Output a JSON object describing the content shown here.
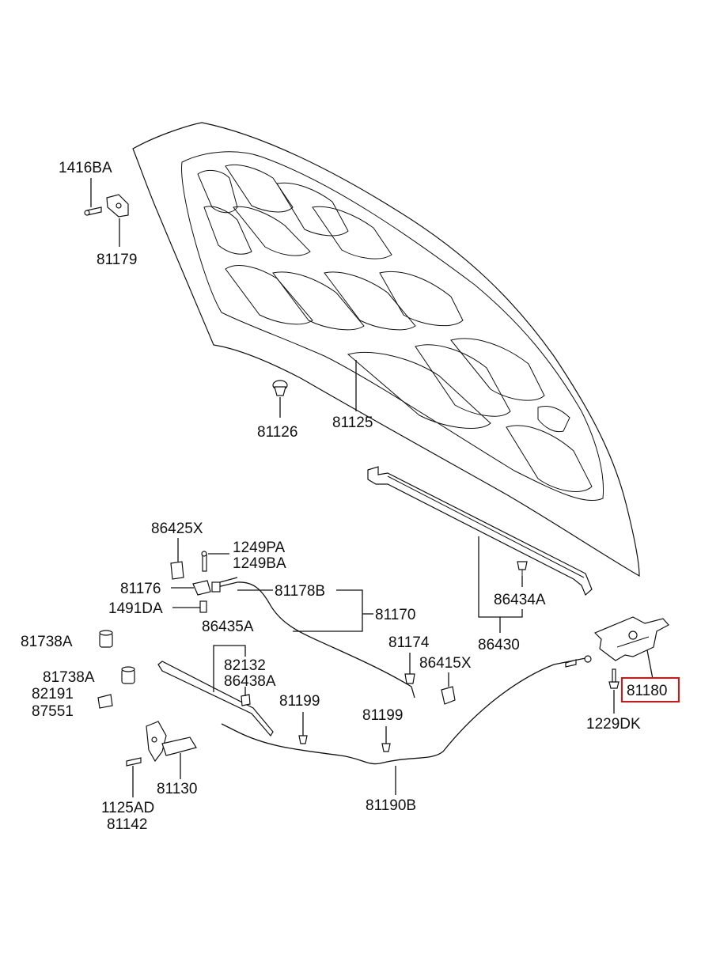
{
  "diagram": {
    "highlight_color": "#e01010",
    "labels": {
      "p1416BA": "1416BA",
      "p81179": "81179",
      "p81126": "81126",
      "p81125": "81125",
      "p86425X": "86425X",
      "p1249PA": "1249PA",
      "p1249BA": "1249BA",
      "p81176": "81176",
      "p81178B": "81178B",
      "p1491DA": "1491DA",
      "p81170": "81170",
      "p86434A": "86434A",
      "p81738A_1": "81738A",
      "p86435A": "86435A",
      "p86430": "86430",
      "p81174": "81174",
      "p82132": "82132",
      "p86438A": "86438A",
      "p86415X": "86415X",
      "p81738A_2": "81738A",
      "p82191": "82191",
      "p87551": "87551",
      "p81199_1": "81199",
      "p81199_2": "81199",
      "p81180": "81180",
      "p1229DK": "1229DK",
      "p81130": "81130",
      "p1125AD": "1125AD",
      "p81142": "81142",
      "p81190B": "81190B"
    }
  }
}
